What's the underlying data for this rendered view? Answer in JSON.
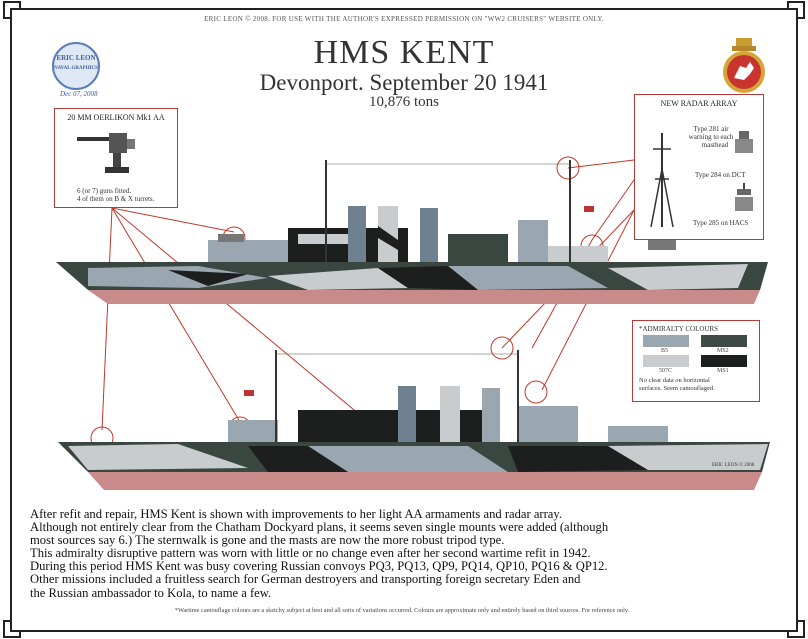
{
  "copyright": "ERIC LEON © 2008. FOR USE WITH THE AUTHOR'S EXPRESSED PERMISSION ON \"WW2 CRUISERS\" WEBSITE ONLY.",
  "title": "HMS KENT",
  "subtitle": "Devonport. September 20 1941",
  "tonnage": "10,876 tons",
  "logo": {
    "line1": "ERIC LEON",
    "line2": "NAVAL GRAPHICS",
    "date": "Dec 07, 2008"
  },
  "oerlikon_inset": {
    "title": "20 MM OERLIKON Mk1 AA",
    "note_line1": "6 (or 7) guns fitted.",
    "note_line2": "4 of them on B & X turrets."
  },
  "radar_inset": {
    "title": "NEW RADAR ARRAY",
    "type281_line1": "Type 281 air",
    "type281_line2": "warning to each",
    "type281_line3": "masthead",
    "type284": "Type 284 on DCT",
    "type285": "Type 285 on HACS"
  },
  "colours": {
    "title": "*ADMIRALTY COLOURS",
    "swatches": [
      {
        "code": "B5",
        "color": "#9aa6b0"
      },
      {
        "code": "MS2",
        "color": "#3d4b44"
      },
      {
        "code": "507C",
        "color": "#c9ccce"
      },
      {
        "code": "MS1",
        "color": "#1c1f1d"
      }
    ],
    "note_line1": "No clear data on horizontal",
    "note_line2": "surfaces. Seem camouflaged."
  },
  "ship_credit": "ERIC LEON © 2008",
  "description": [
    "After refit and repair, HMS Kent is shown with improvements to her light AA armaments and radar array.",
    "Although not entirely clear from the Chatham Dockyard plans, it seems seven single mounts were added (although",
    "most sources say 6.) The sternwalk is gone and the masts are now the more robust tripod type.",
    "This admiralty disruptive pattern was worn with little or no change even after her second wartime refit in 1942.",
    "During this period HMS Kent was busy covering Russian convoys PQ3, PQ13, QP9, PQ14, QP10, PQ16 & QP12.",
    "Other missions included a fruitless search for German destroyers and transporting foreign secretary Eden and",
    "the Russian ambassador to Kola, to name a few."
  ],
  "footnote": "*Wartime camouflage colours are a sketchy subject at best and all sorts of variations occurred. Colours are approximate only and entirely based on third sources. For reference only."
}
